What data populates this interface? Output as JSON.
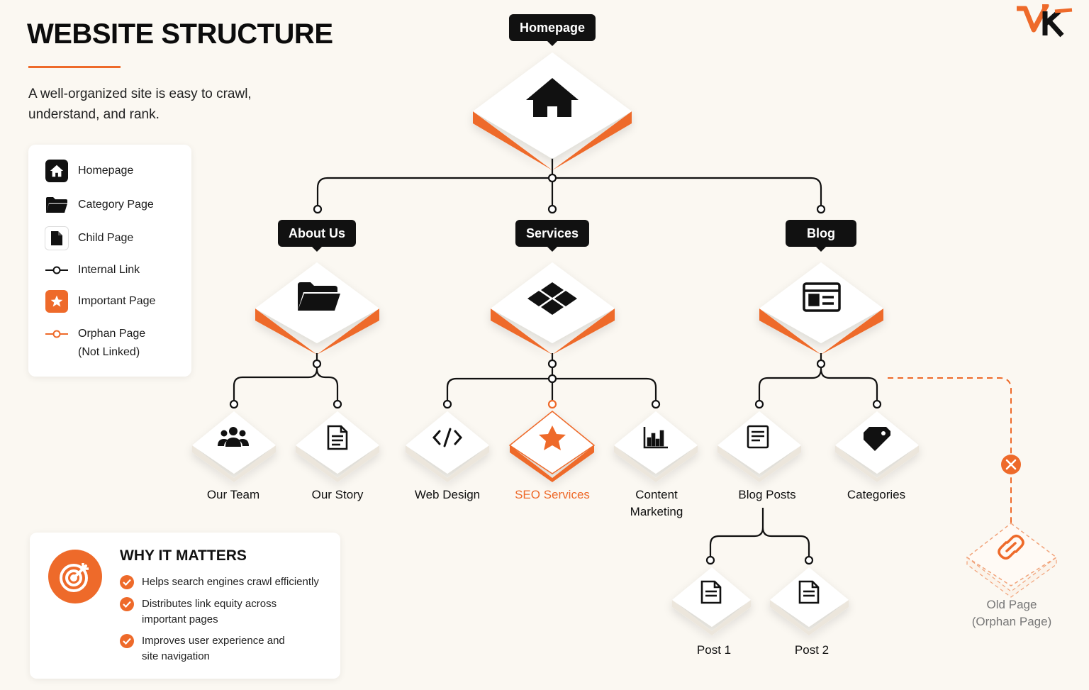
{
  "title": "WEBSITE STRUCTURE",
  "subtitle": "A well-organized site is easy to crawl, understand, and rank.",
  "logo_text": "VK",
  "colors": {
    "accent": "#ee6a2a",
    "dark": "#111111",
    "background": "#fbf8f2"
  },
  "legend": [
    {
      "label": "Homepage",
      "icon": "home-icon"
    },
    {
      "label": "Category Page",
      "icon": "folder-icon"
    },
    {
      "label": "Child Page",
      "icon": "document-icon"
    },
    {
      "label": "Internal Link",
      "icon": "link-line-icon"
    },
    {
      "label": "Important Page",
      "icon": "star-icon"
    },
    {
      "label": "Orphan Page",
      "label2": "(Not Linked)",
      "icon": "orphan-line-icon"
    }
  ],
  "nodes": {
    "homepage": "Homepage",
    "about": "About Us",
    "services": "Services",
    "blog": "Blog",
    "our_team": "Our Team",
    "our_story": "Our Story",
    "web_design": "Web Design",
    "seo_services": "SEO Services",
    "content_marketing_1": "Content",
    "content_marketing_2": "Marketing",
    "blog_posts": "Blog Posts",
    "categories": "Categories",
    "post1": "Post 1",
    "post2": "Post 2",
    "orphan_1": "Old Page",
    "orphan_2": "(Orphan Page)"
  },
  "why": {
    "title": "WHY IT MATTERS",
    "items": [
      {
        "line1": "Helps search engines crawl efficiently",
        "line2": ""
      },
      {
        "line1": "Distributes link equity across",
        "line2": "important pages"
      },
      {
        "line1": "Improves user experience and",
        "line2": "site navigation"
      }
    ]
  }
}
